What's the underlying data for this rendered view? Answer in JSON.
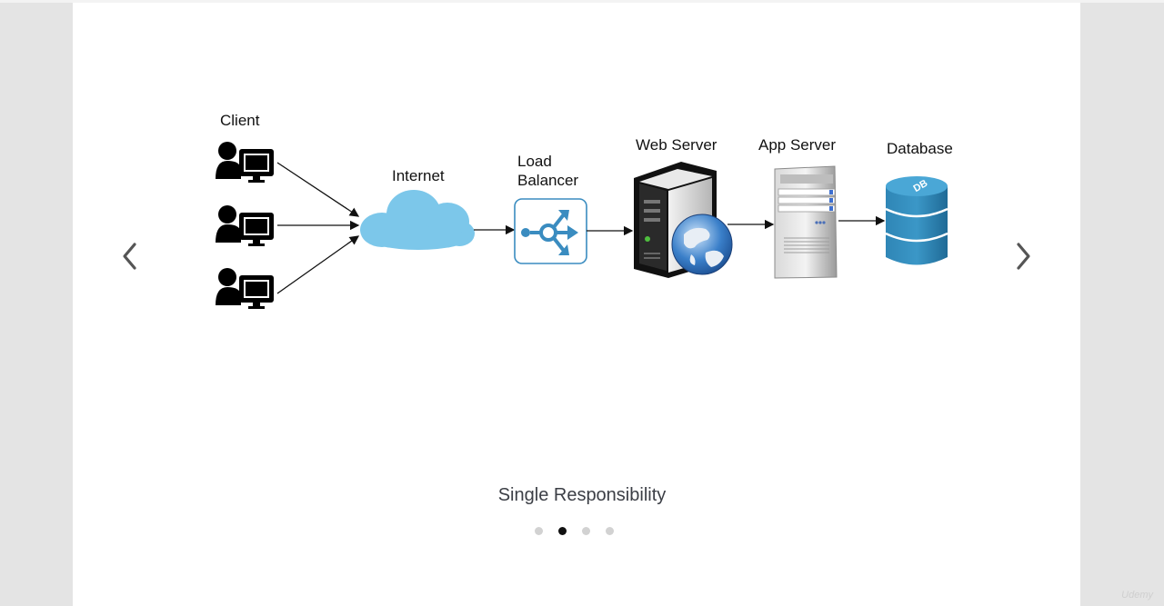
{
  "slide": {
    "caption": "Single Responsibility",
    "indicators": {
      "count": 4,
      "active_index": 1
    }
  },
  "diagram": {
    "labels": {
      "client": "Client",
      "internet": "Internet",
      "load_balancer_line1": "Load",
      "load_balancer_line2": "Balancer",
      "web_server": "Web Server",
      "app_server": "App Server",
      "database": "Database",
      "db_icon_text": "DB"
    }
  },
  "watermark": "Udemy",
  "colors": {
    "cloud": "#7cc7ea",
    "load_balancer": "#3a8cc0",
    "database": "#2a7ba8",
    "active_dot": "#111111",
    "inactive_dot": "#d2d2d2"
  },
  "icons": {
    "prev": "chevron-left-icon",
    "next": "chevron-right-icon"
  }
}
